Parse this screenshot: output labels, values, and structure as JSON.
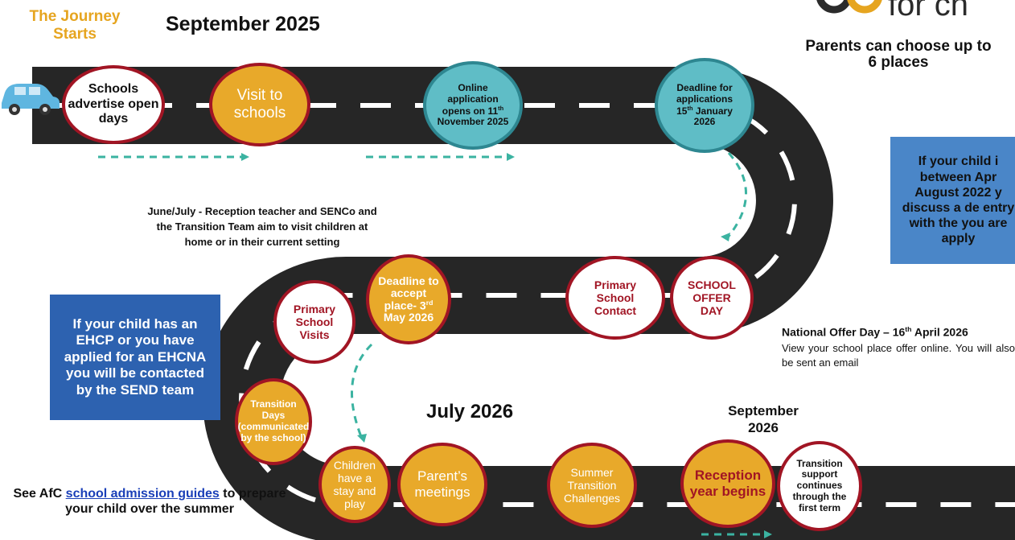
{
  "header": {
    "journey_starts": "The Journey Starts",
    "sept_2025": "September 2025",
    "logo_text": "for ch",
    "parents_choose": "Parents can choose up to 6 places"
  },
  "milestones": {
    "schools_advertise": "Schools advertise open days",
    "visit_schools": "Visit to schools",
    "online_app": {
      "a": "Online application opens on 11",
      "sup": "th",
      "b": "November 2025"
    },
    "deadline_apps": {
      "a": "Deadline for applications 15",
      "sup": "th",
      "b": "January 2026"
    },
    "school_offer_day": "SCHOOL OFFER DAY",
    "primary_contact": "Primary School Contact",
    "deadline_accept": {
      "a": "Deadline to accept place- 3",
      "sup": "rd",
      "b": "May 2026"
    },
    "primary_visits": "Primary School Visits",
    "transition_days": "Transition Days (communicated by the school)",
    "stay_play": "Children have a stay and play",
    "parents_meetings": "Parent’s meetings",
    "summer_challenges": "Summer Transition Challenges",
    "reception_begins": "Reception year begins",
    "transition_support": "Transition support continues through the first term"
  },
  "notes": {
    "june_july": "June/July - Reception teacher and SENCo and the Transition Team aim to visit children at home or in their current setting",
    "ehcp": "If your child has an EHCP or you have applied for an EHCNA you will be contacted by the SEND team",
    "deferred": "If your child i between Apr August 2022 y discuss a de entry with the you are apply",
    "national_offer_title": {
      "a": "National Offer Day – 16",
      "sup": "th",
      "b": " April 2026"
    },
    "national_offer_body": "View your school place offer online. You will also be sent an email",
    "july_2026": "July 2026",
    "sept_2026": "September 2026",
    "see_afc": "See AfC",
    "admission_link": "school admission guides",
    "prepare_summer": "to prepare your child over the summer"
  },
  "colors": {
    "road": "#262626",
    "crimson": "#a11524",
    "gold": "#e8a92a",
    "teal": "#5fbdc6",
    "box_blue": "#2d62b0",
    "box_light_blue": "#4a86c8",
    "title_gold": "#e6a520",
    "arrow_teal": "#3bb3a1"
  }
}
